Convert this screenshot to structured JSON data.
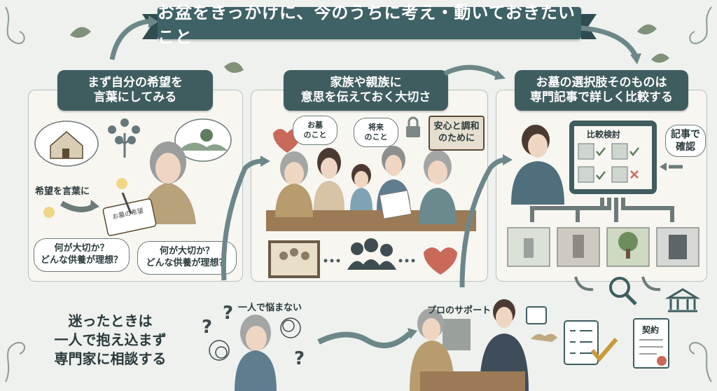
{
  "title": "お盆をきっかけに、今のうちに考え・動いておきたいこと",
  "panel1": {
    "tag": [
      "まず自分の希望を",
      "言葉にしてみる"
    ],
    "label": "希望を言葉に",
    "notebook_text": "お墓の希望",
    "bubble_left": [
      "何が大切か？",
      "どんな供養が理想？"
    ],
    "bubble_right": [
      "何が大切か？",
      "どんな供養が理想？"
    ]
  },
  "panel2": {
    "tag": [
      "家族や親族に",
      "意思を伝えておく大切さ"
    ],
    "speech1": [
      "お墓",
      "のこと"
    ],
    "speech2": [
      "将来",
      "のこと"
    ],
    "sign": [
      "安心と調和",
      "のために"
    ]
  },
  "panel3": {
    "tag": [
      "お墓の選択肢そのものは",
      "専門記事で詳しく比較する"
    ],
    "tablet_title": "比較検討",
    "note": [
      "記事で",
      "確認"
    ]
  },
  "bottom": {
    "advice": [
      "迷ったときは",
      "一人で抱え込まず",
      "専門家に相談する"
    ],
    "worry_label": "一人で悩まない",
    "support_label": "プロのサポート",
    "contract_label": "契約"
  },
  "colors": {
    "accent": "#3e6266",
    "panel": "#f7f6f1",
    "background": "#eef1ee",
    "heart": "#c9695a"
  }
}
